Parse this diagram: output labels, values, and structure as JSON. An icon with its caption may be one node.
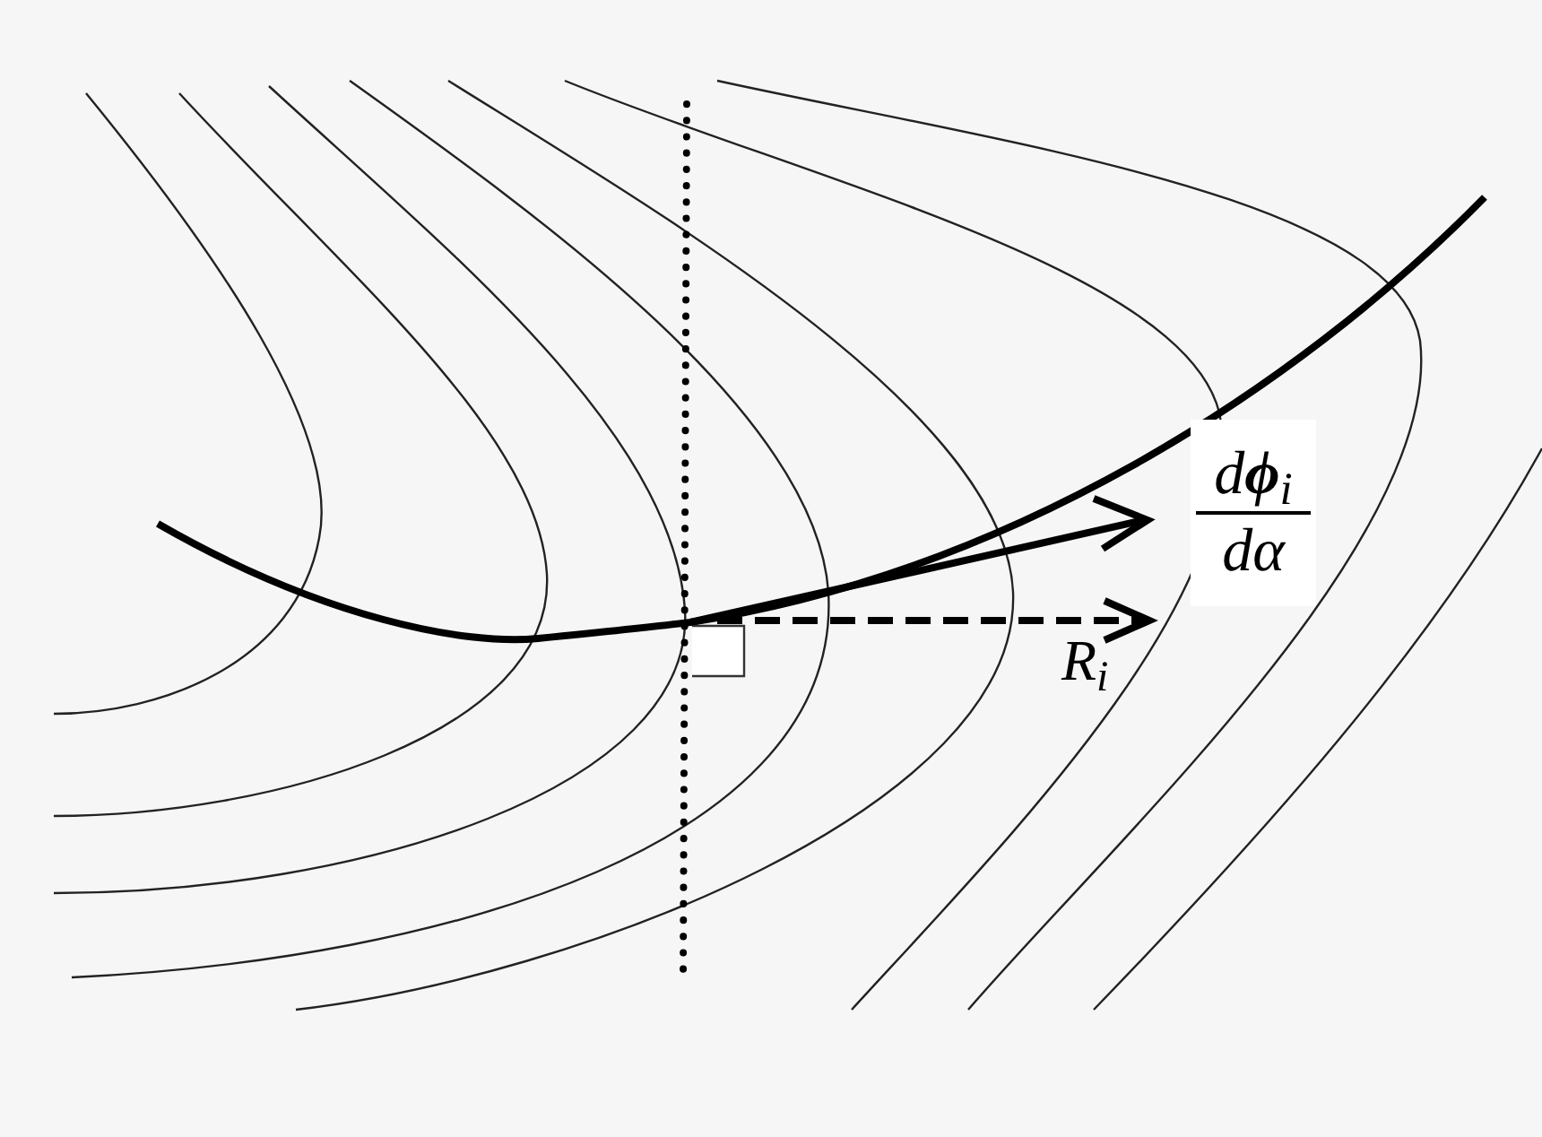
{
  "diagram": {
    "labels": [
      "d**ϕ**$_{i}$",
      "dα",
      "R$_{i}$"
    ]
  }
}
